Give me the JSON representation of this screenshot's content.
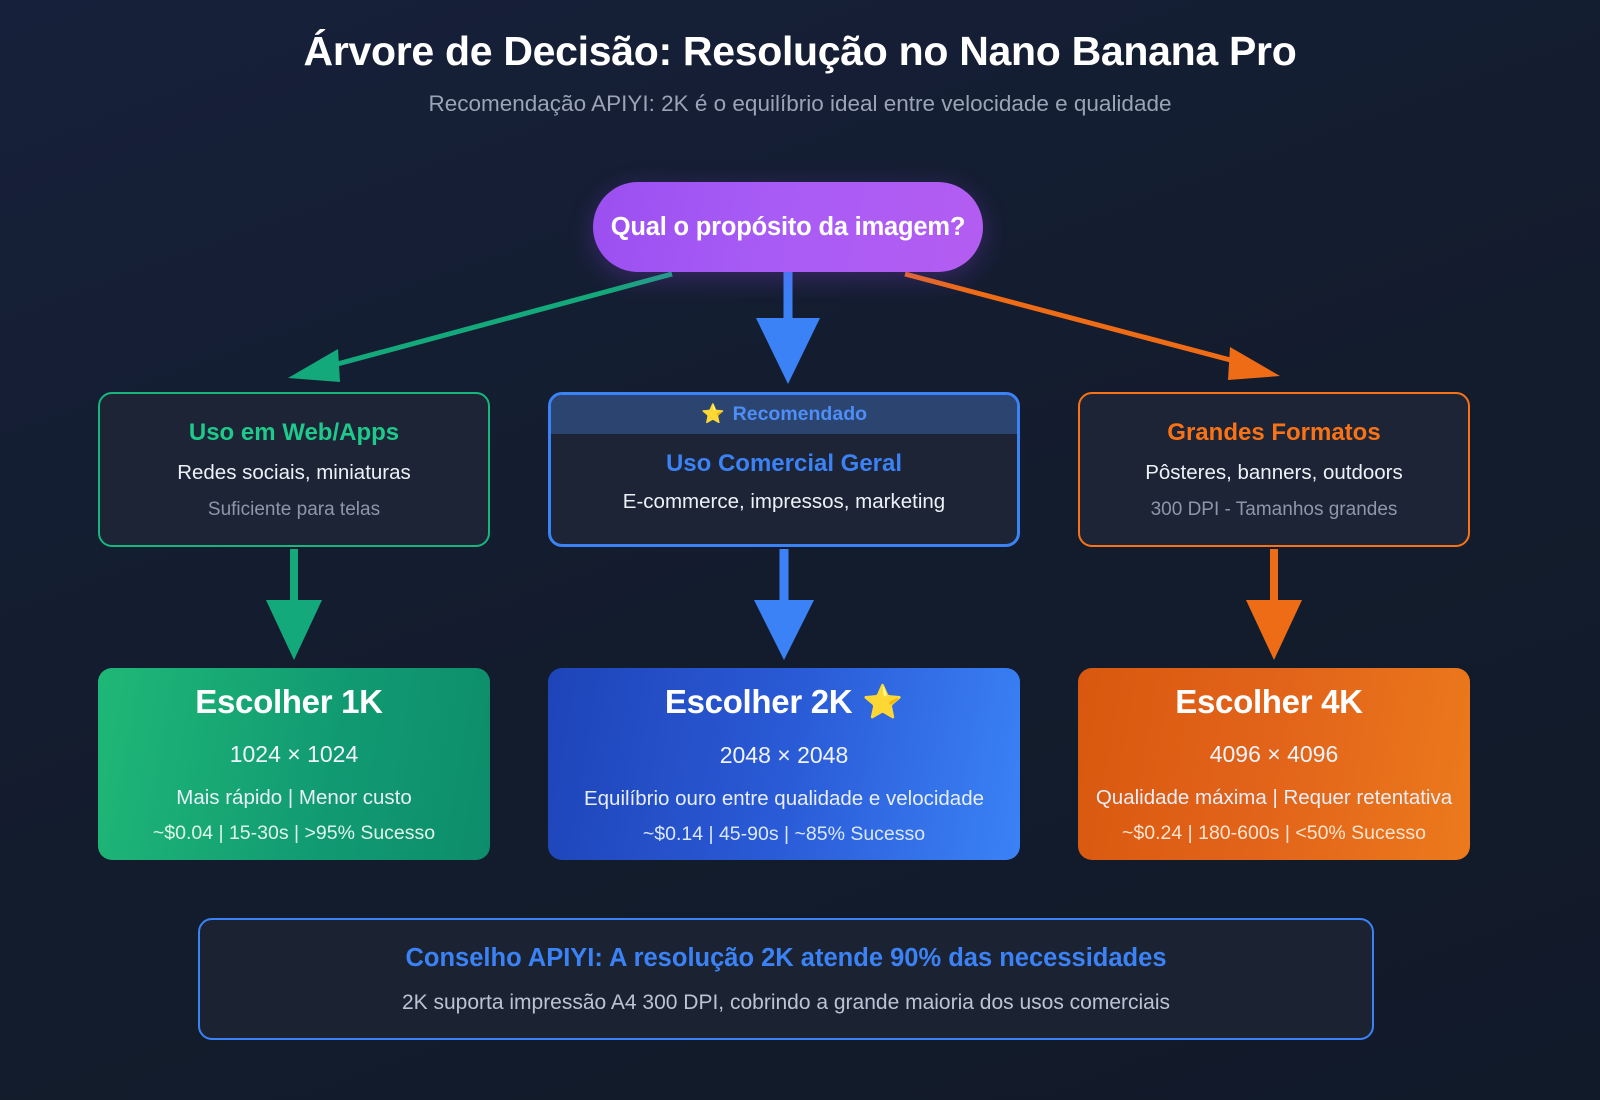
{
  "header": {
    "title": "Árvore de Decisão: Resolução no Nano Banana Pro",
    "subtitle": "Recomendação APIYI: 2K é o equilíbrio ideal entre velocidade e qualidade"
  },
  "root": {
    "label": "Qual o propósito da imagem?",
    "color": "#a95cf5"
  },
  "options": [
    {
      "id": "web-apps",
      "head": "Uso em Web/Apps",
      "sub": "Redes sociais, miniaturas",
      "note": "Suficiente para telas",
      "color": "#1fc98b"
    },
    {
      "id": "comercial-geral",
      "badge_star": "⭐",
      "badge_text": "Recomendado",
      "head": "Uso Comercial Geral",
      "sub": "E-commerce, impressos, marketing",
      "color": "#3b82f6"
    },
    {
      "id": "grandes-formatos",
      "head": "Grandes Formatos",
      "sub": "Pôsteres, banners, outdoors",
      "note": "300 DPI - Tamanhos grandes",
      "color": "#f97316"
    }
  ],
  "results": [
    {
      "id": "1k",
      "title": "Escolher 1K",
      "star": "",
      "dimensions": "1024 × 1024",
      "description": "Mais rápido | Menor custo",
      "stats": "~$0.04 | 15-30s | >95% Sucesso",
      "color": "#15a877"
    },
    {
      "id": "2k",
      "title": "Escolher 2K",
      "star": "⭐",
      "dimensions": "2048 × 2048",
      "description": "Equilíbrio ouro entre qualidade e velocidade",
      "stats": "~$0.14 | 45-90s | ~85% Sucesso",
      "color": "#2a5ad6"
    },
    {
      "id": "4k",
      "title": "Escolher 4K",
      "star": "",
      "dimensions": "4096 × 4096",
      "description": "Qualidade máxima | Requer retentativa",
      "stats": "~$0.24 | 180-600s | <50% Sucesso",
      "color": "#e2641a"
    }
  ],
  "advice": {
    "title": "Conselho APIYI: A resolução 2K atende 90% das necessidades",
    "subtitle": "2K suporta impressão A4 300 DPI, cobrindo a grande maioria dos usos comerciais"
  },
  "connector_colors": {
    "green": "#14a97a",
    "blue": "#3b82f6",
    "orange": "#ef6c16"
  }
}
